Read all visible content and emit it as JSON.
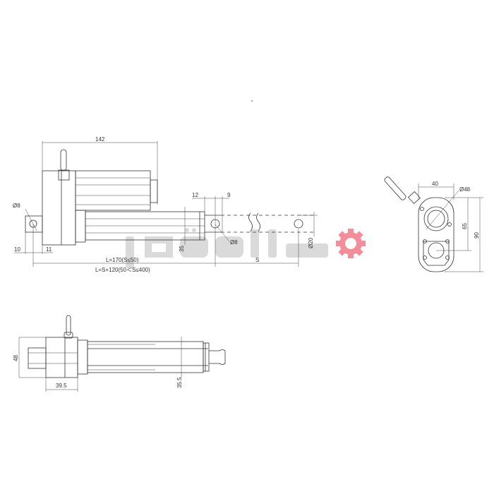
{
  "drawing": {
    "top_view": {
      "dim_overall_width": "142",
      "dim_rear_hole": "Ø8",
      "dim_front_hole": "Ø8",
      "dim_12": "12",
      "dim_9": "9",
      "dim_35": "35",
      "dim_rod_dia": "Ø20",
      "dim_10": "10",
      "dim_11": "11",
      "dim_stroke": "S",
      "length_short": "L=170(S≤50)",
      "length_long": "L=S+120(50＜S≤400)"
    },
    "end_view": {
      "dim_40": "40",
      "dim_dia48": "Ø48",
      "dim_65": "65",
      "dim_90": "90"
    },
    "bottom_view": {
      "dim_48": "48",
      "dim_39_5": "39.5",
      "dim_35_5": "35.5"
    }
  },
  "watermark": {
    "text": "ماشینو",
    "logo_color": "#f07080",
    "text_color": "#d0d0d0"
  }
}
